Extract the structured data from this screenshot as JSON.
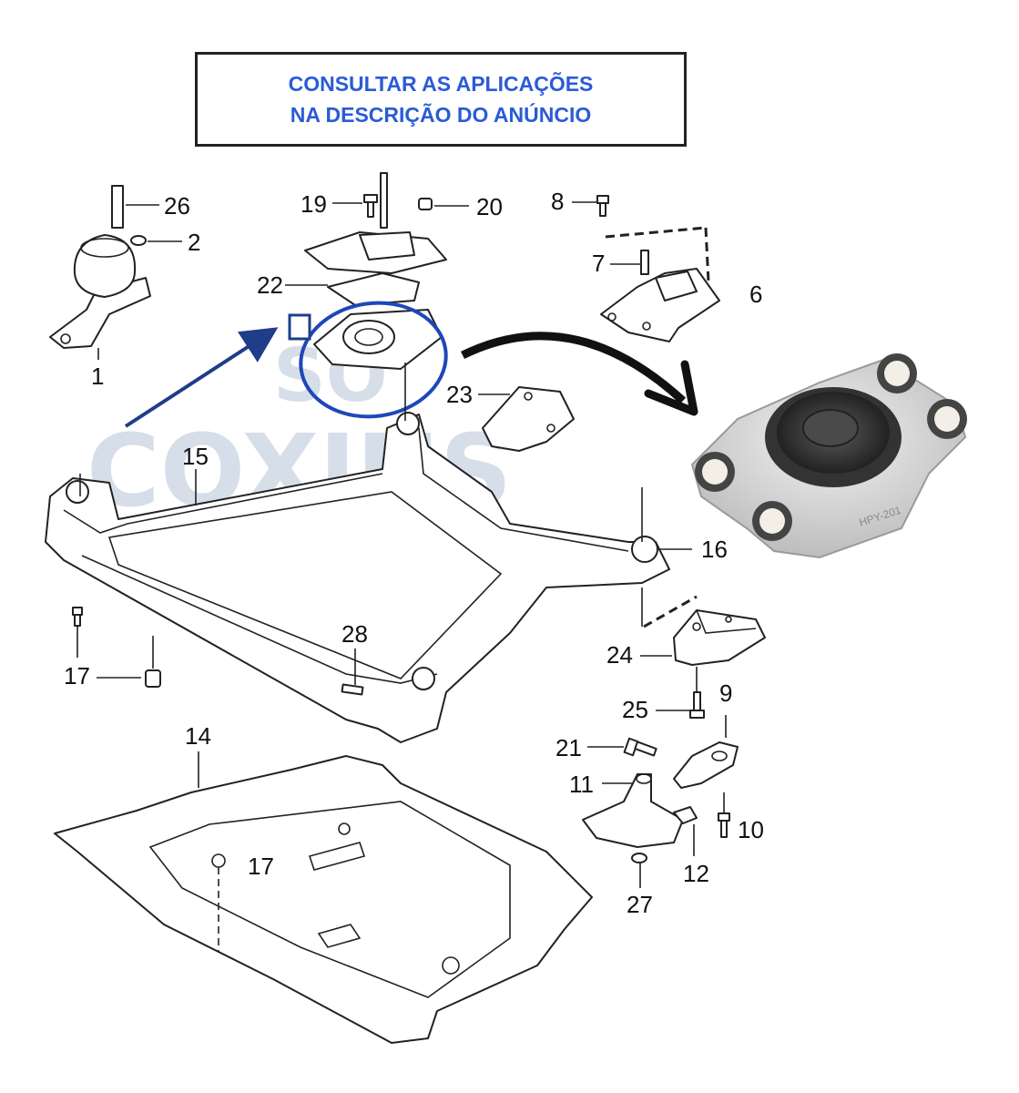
{
  "notice": {
    "line1": "CONSULTAR AS APLICAÇÕES",
    "line2": "NA DESCRIÇÃO DO ANÚNCIO"
  },
  "watermark": {
    "line1": "SÓ",
    "line2": "COXINS"
  },
  "callouts": {
    "c1": "1",
    "c2": "2",
    "c6": "6",
    "c7": "7",
    "c8": "8",
    "c9": "9",
    "c10": "10",
    "c11": "11",
    "c12": "12",
    "c14": "14",
    "c15": "15",
    "c16": "16",
    "c17a": "17",
    "c17b": "17",
    "c19": "19",
    "c20": "20",
    "c21": "21",
    "c22": "22",
    "c23": "23",
    "c24": "24",
    "c25": "25",
    "c26": "26",
    "c27": "27",
    "c28": "28"
  },
  "product": {
    "marking": "HPY-201"
  },
  "colors": {
    "notice_text": "#2a5bd7",
    "highlight_circle": "#1f47b8",
    "arrow_blue": "#1f3d8a",
    "watermark": "#c9d4e2"
  }
}
